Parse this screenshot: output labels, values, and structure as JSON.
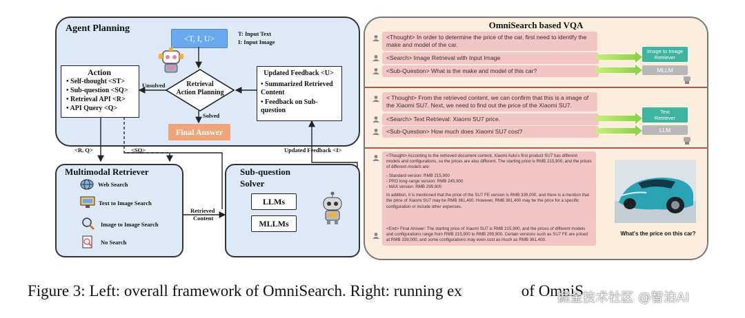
{
  "left": {
    "agent_planning": {
      "title": "Agent Planning",
      "input_box": "<T, I, U>",
      "input_legend": [
        "T: Input Text",
        "I: Input Image"
      ],
      "action": {
        "title": "Action",
        "items": [
          "Self-thought <ST>",
          "Sub-question <SQ>",
          "Retrieval API <R>",
          "API Query <Q>"
        ]
      },
      "diamond": [
        "Retrieval",
        "Action Planning"
      ],
      "unsolved": "Unsolved",
      "solved": "Solved",
      "final_answer": "Final Answer",
      "updated_feedback": {
        "title": "Updated Feedback <U>",
        "items": [
          "Summarized Retrieved Content",
          "Feedback on Sub-question"
        ]
      }
    },
    "connectors": {
      "rq": "<R, Q>",
      "sq": "<SQ>",
      "updated_feedback_i": "Updated Feedback <I>",
      "retrieved_content": [
        "Retrieved",
        "Content"
      ]
    },
    "retriever": {
      "title": "Multimodal Retriever",
      "items": [
        "Web Search",
        "Text to Image Search",
        "Image to Image Search",
        "No Search"
      ]
    },
    "solver": {
      "title": [
        "Sub-question",
        "Solver"
      ],
      "boxes": [
        "LLMs",
        "MLLMs"
      ]
    }
  },
  "right": {
    "title": "OmniSearch based VQA",
    "section1": {
      "thought": "<Thought> In order to determine the price of the car, first need to identify the make and model of the car.",
      "search": "<Search> Image Retrieval with Input Image",
      "subq": "<Sub-Question> What is the make and model of this car?",
      "tool": [
        "Image to Image",
        "Retriever"
      ],
      "model": "MLLM"
    },
    "section2": {
      "thought": "< Thought> From the retrieved content, we can confirm that this is a image of the Xiaomi SU7. Next, we need to find out the price of the Xiaomi SU7.",
      "search": "<Search> Text Retrieval: Xiaomi SU7 price.",
      "subq": "<Sub-Question> How much does Xiaomi SU7 cost?",
      "tool": [
        "Text",
        "Retriever"
      ],
      "model": "LLM"
    },
    "section3": {
      "thought": [
        "<Thought> According to the retrieved document content, Xiaomi Auto's first product SU7 has different models and configurations, so the prices are also different. The starting price is RMB 215,900, and the prices of different models are:",
        "- Standard version: RMB 215,900",
        "- PRO long-range version: RMB 245,900",
        "- MAX version: RMB 299,900",
        "In addition, it is mentioned that the price of the SU7 FE version is RMB 339,000, and there is a mention that the price of Xiaomi SU7 may be RMB 361,400. However, RMB 361,400 may be the price for a specific configuration or include other expenses."
      ],
      "final": "<End> Final Answer: The starting price of Xiaomi SU7 is RMB 215,900, and the prices of different models and configurations range from RMB 215,900 to RMB 299,900. Certain versions such as SU7 FE are priced at RMB 339,000, and some configurations may even cost as much as RMB 361,400.",
      "question": "What's the price on this car?"
    }
  },
  "caption": "Figure 3: Left: overall framework of OmniSearch. Right: running ex",
  "caption_tail": "of OmniS",
  "watermark": "掘金技术社区 @智泊AI"
}
